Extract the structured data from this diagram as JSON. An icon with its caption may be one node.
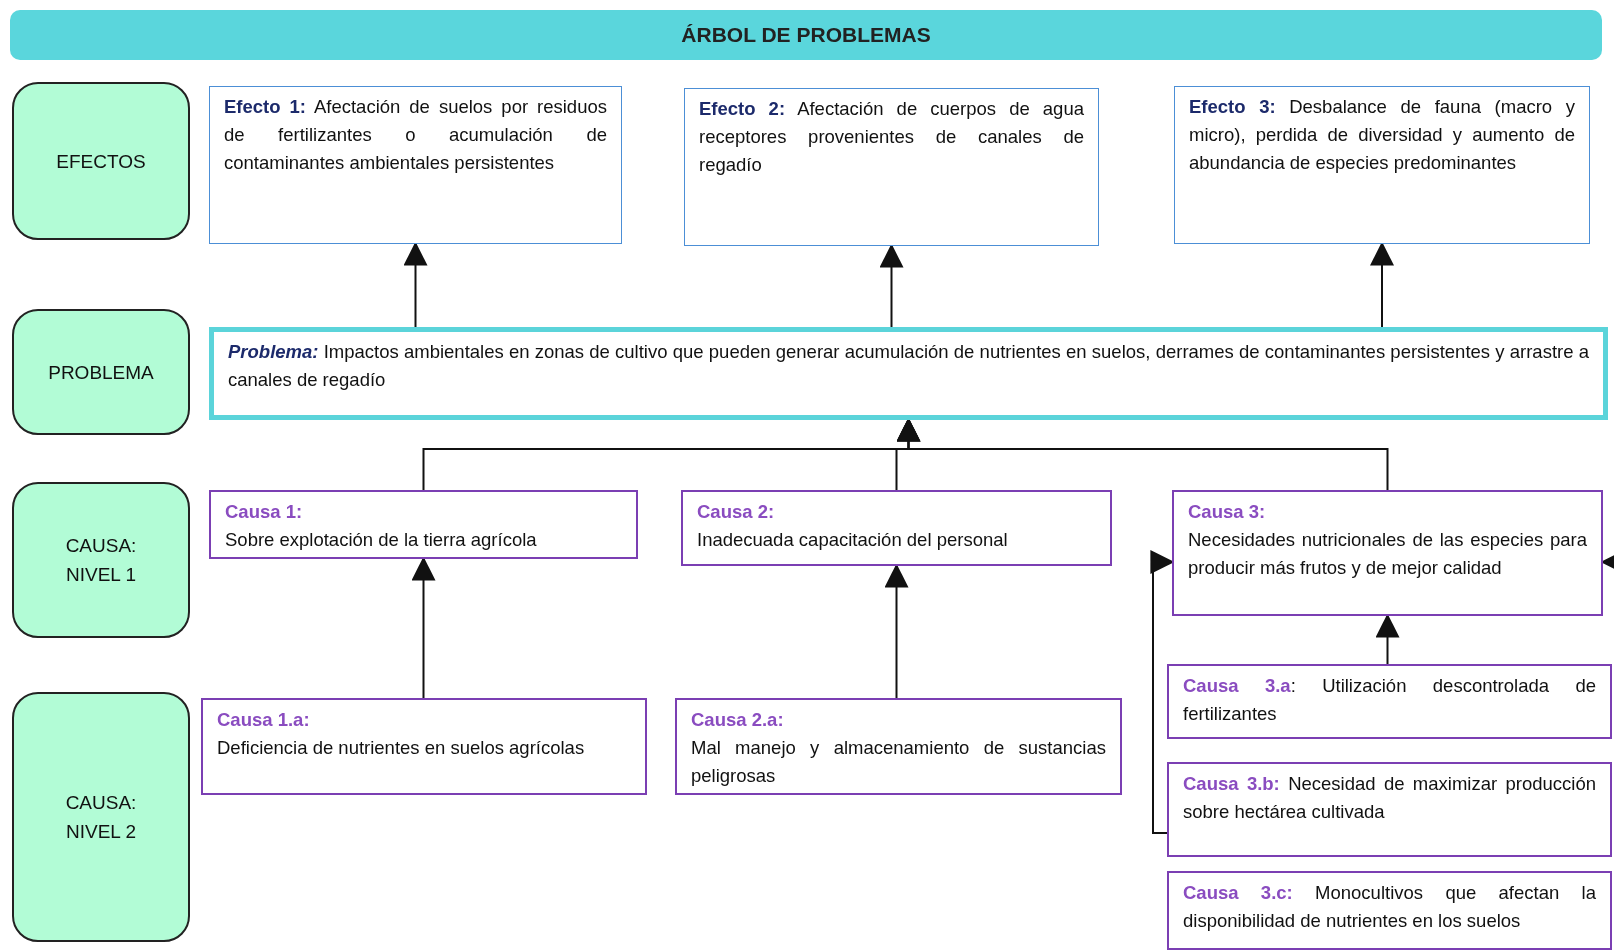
{
  "diagram": {
    "title": "ÁRBOL DE PROBLEMAS",
    "nodes": [
      {
        "text": [
          "EFECTOS"
        ]
      },
      {
        "text": [
          "PROBLEMA"
        ]
      },
      {
        "text": [
          "CAUSA: NIVEL 1"
        ]
      },
      {
        "text": [
          "CAUSA: NIVEL 2"
        ]
      },
      {
        "text": [
          "**Efecto 1:** Afectación de suelos por residuos de fertilizantes o acumulación de contaminantes ambientales persistentes"
        ]
      },
      {
        "text": [
          "**Efecto 2:** Afectación de cuerpos de agua receptores provenientes de canales de regadío"
        ]
      },
      {
        "text": [
          "**Efecto 3:** Desbalance de fauna (macro y micro), perdida de diversidad y aumento de abundancia de especies predominantes"
        ]
      },
      {
        "text": [
          "**Problema:** Impactos ambientales en zonas de cultivo que pueden generar acumulación de nutrientes en suelos, derrames de contaminantes persistentes y arrastre a canales de regadío"
        ]
      },
      {
        "text": [
          "Causa 1:",
          "Sobre explotación de la tierra agrícola"
        ]
      },
      {
        "text": [
          "Causa 2:",
          "Inadecuada capacitación del personal"
        ]
      },
      {
        "text": [
          "Causa 3:",
          "Necesidades nutricionales de las especies para producir más frutos y de mejor calidad"
        ]
      },
      {
        "text": [
          "Causa 1.a:",
          "Deficiencia de nutrientes en suelos agrícolas"
        ]
      },
      {
        "text": [
          "Causa 2.a:",
          "Mal manejo y almacenamiento de sustancias peligrosas"
        ]
      },
      {
        "text": [
          "**Causa 3.a**: Utilización descontrolada de fertilizantes"
        ]
      },
      {
        "text": [
          "**Causa 3.b:** Necesidad de maximizar producción sobre hectárea cultivada"
        ]
      },
      {
        "text": [
          "**Causa 3.c:** Monocultivos que afectan la disponibilidad de nutrientes en los suelos"
        ]
      }
    ],
    "edges": [
      {
        "from": 7,
        "to": 4,
        "arrow": "to"
      },
      {
        "from": 7,
        "to": 5,
        "arrow": "to"
      },
      {
        "from": 7,
        "to": 6,
        "arrow": "to"
      },
      {
        "from": 8,
        "to": 7,
        "arrow": "to"
      },
      {
        "from": 9,
        "to": 7,
        "arrow": "to"
      },
      {
        "from": 10,
        "to": 7,
        "arrow": "to"
      },
      {
        "from": 11,
        "to": 8,
        "arrow": "to"
      },
      {
        "from": 12,
        "to": 9,
        "arrow": "to"
      },
      {
        "from": 13,
        "to": 10,
        "arrow": "to"
      },
      {
        "from": 14,
        "to": 10,
        "arrow": "to"
      },
      {
        "from": null,
        "to": 10,
        "arrow": "to"
      }
    ]
  }
}
